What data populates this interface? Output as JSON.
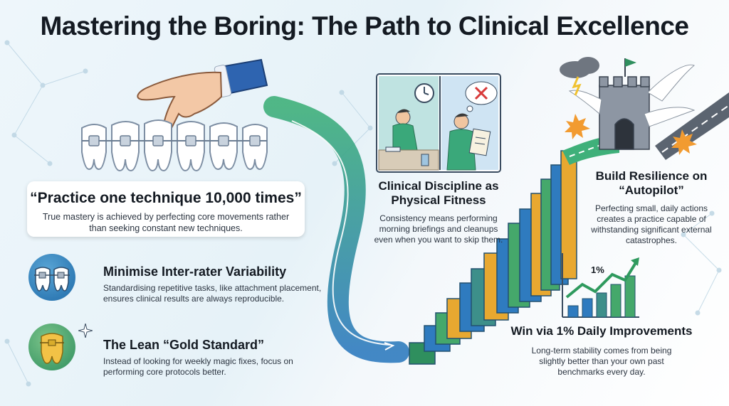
{
  "title": "Mastering the Boring: The Path to Clinical Excellence",
  "quote": {
    "headline": "“Practice one technique 10,000 times”",
    "text": "True mastery is achieved by perfecting core movements rather than seeking constant new techniques."
  },
  "features": [
    {
      "title": "Minimise Inter-rater Variability",
      "text": "Standardising repetitive tasks, like attachment placement, ensures clinical results are always reproducible.",
      "icon": "braces-teeth-icon"
    },
    {
      "title": "The Lean “Gold Standard”",
      "text": "Instead of looking for weekly magic fixes, focus on performing core protocols better.",
      "icon": "gold-tooth-icon"
    }
  ],
  "discipline": {
    "title": "Clinical Discipline as Physical Fitness",
    "text": "Consistency means performing morning briefings and cleanups even when you want to skip them."
  },
  "resilience": {
    "title": "Build Resilience on “Autopilot”",
    "text": "Perfecting small, daily actions creates a practice capable of withstanding significant external catastrophes."
  },
  "improvement": {
    "chart_label": "1%",
    "title": "Win via 1% Daily Improvements",
    "text": "Long-term stability comes from being slightly better than your own past benchmarks every day."
  },
  "colors": {
    "blue": "#2f7bbf",
    "green": "#45a86b",
    "gold": "#e8a830",
    "teal": "#2f8f8c"
  }
}
